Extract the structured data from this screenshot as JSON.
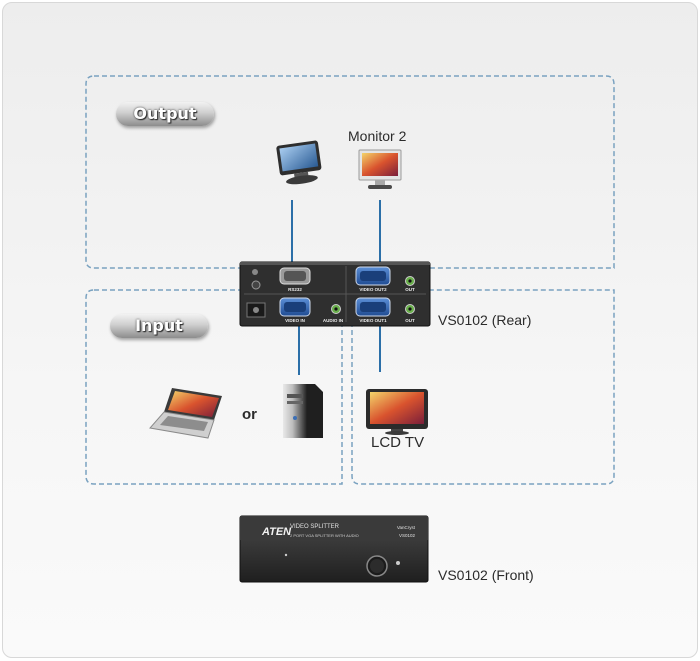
{
  "diagram": {
    "output_label": "Output",
    "input_label": "Input",
    "monitor2_label": "Monitor 2",
    "rear_label": "VS0102 (Rear)",
    "front_label": "VS0102 (Front)",
    "lcd_label": "LCD TV",
    "or_label": "or",
    "rear_panel": {
      "rs232": "RS232",
      "video_out2": "VIDEO OUT2",
      "video_out1": "VIDEO OUT1",
      "video_in": "VIDEO IN",
      "audio_in": "AUDIO IN",
      "out_top": "OUT",
      "out_bottom": "OUT"
    },
    "front_panel": {
      "brand": "ATEN",
      "title": "VIDEO SPLITTER",
      "subtitle": "2 PORT VGA SPLITTER WITH AUDIO",
      "model_brand": "VanCryst",
      "model": "VS0102"
    }
  },
  "colors": {
    "connector_line": "#2b6fa8",
    "dashed_border": "#7aa2c0",
    "device_body": "#2f2f2f"
  }
}
